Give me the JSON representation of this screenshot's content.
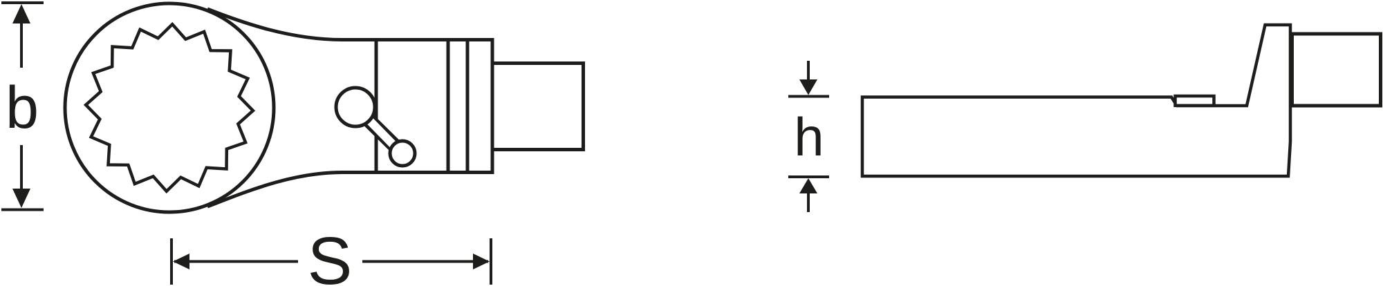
{
  "figure": {
    "background": "#ffffff",
    "stroke_color": "#1d1d1b",
    "ring_teeth": 16,
    "dimension_labels": {
      "b": "b",
      "s": "S",
      "h": "h"
    }
  }
}
